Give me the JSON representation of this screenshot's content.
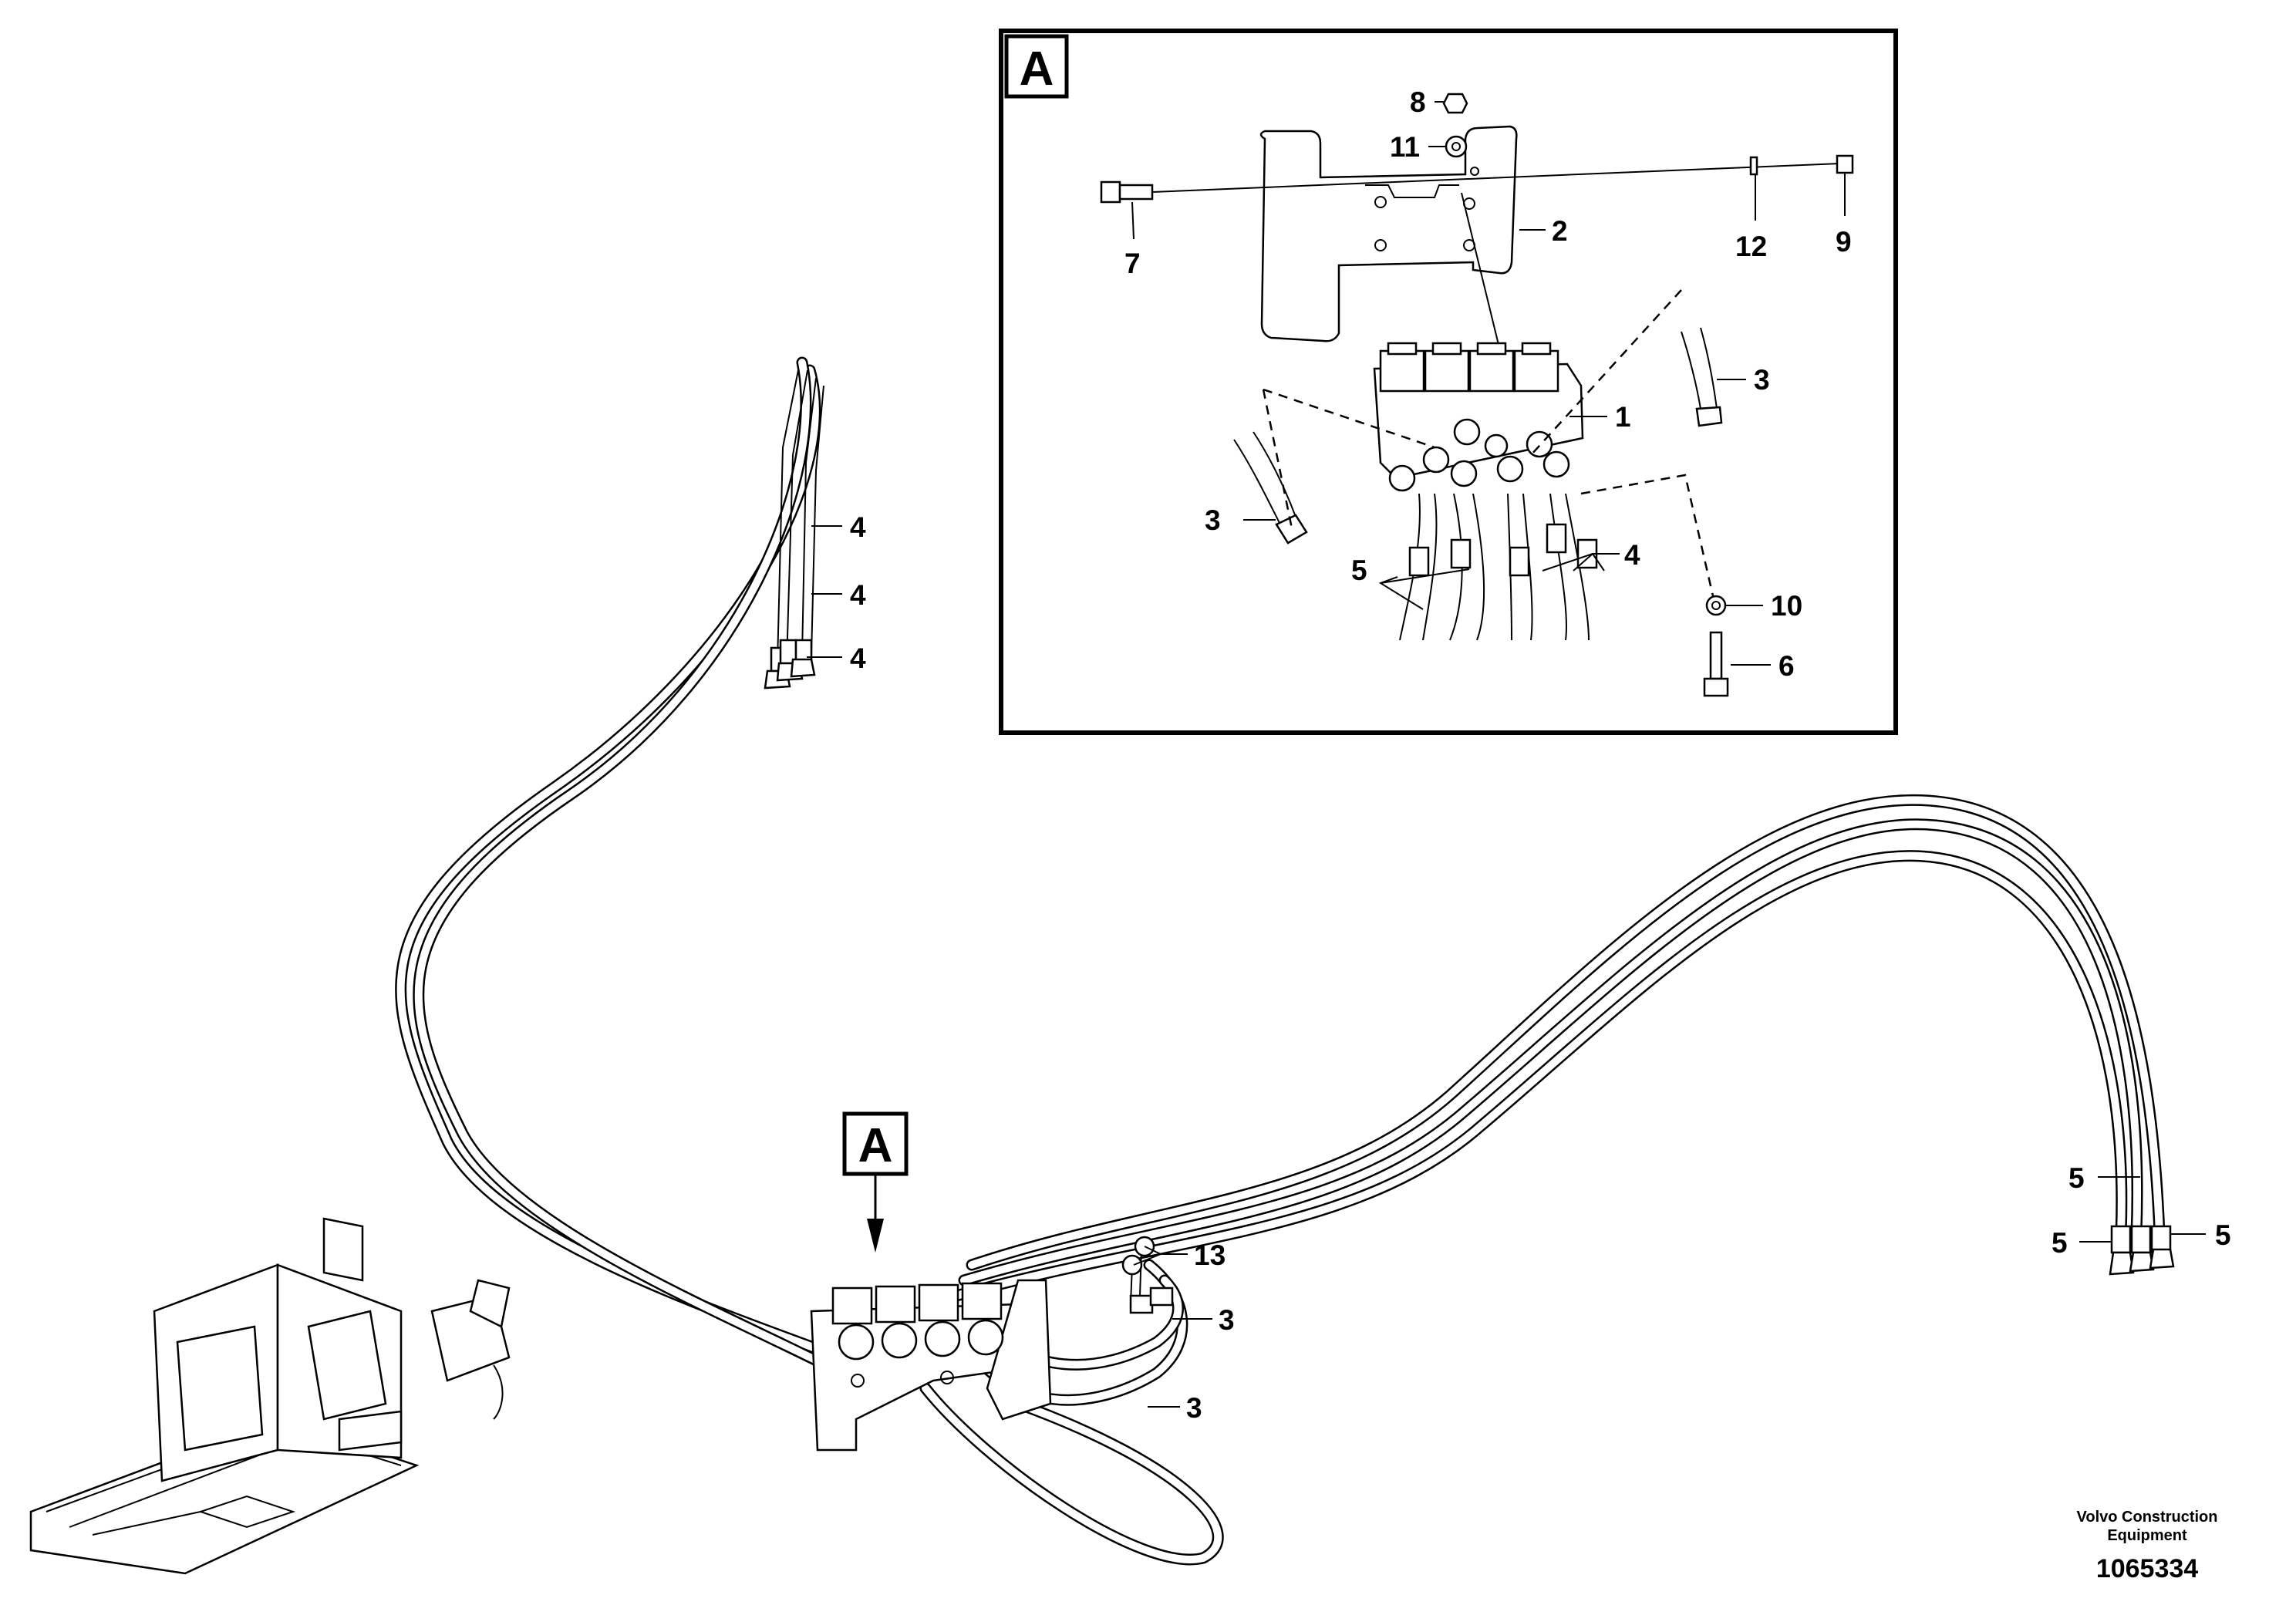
{
  "detail_marker": "A",
  "callouts": {
    "c1": "1",
    "c2": "2",
    "c3a": "3",
    "c3b": "3",
    "c3c": "3",
    "c3d": "3",
    "c4a": "4",
    "c4b": "4",
    "c4c": "4",
    "c4d": "4",
    "c5a": "5",
    "c5b": "5",
    "c5c": "5",
    "c5d": "5",
    "c6": "6",
    "c7": "7",
    "c8": "8",
    "c9": "9",
    "c10": "10",
    "c11": "11",
    "c12": "12",
    "c13": "13"
  },
  "footer": {
    "credit_line1": "Volvo Construction",
    "credit_line2": "Equipment",
    "document_number": "1065334"
  }
}
